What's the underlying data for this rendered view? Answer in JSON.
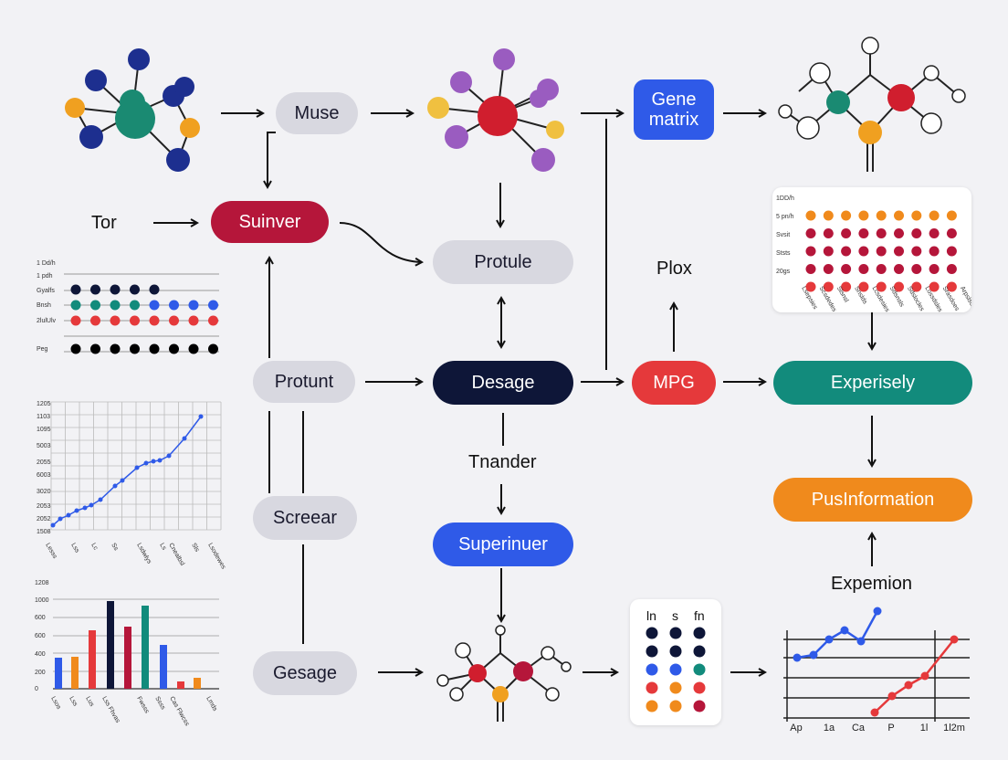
{
  "nodes": {
    "muse": "Muse",
    "gene_matrix": "Gene matrix",
    "tor": "Tor",
    "suinver": "Suinver",
    "protule": "Protule",
    "plox": "Plox",
    "protunt": "Protunt",
    "desage": "Desage",
    "mpg": "MPG",
    "experisely": "Experisely",
    "tnander": "Tnander",
    "screear": "Screear",
    "superinuer": "Superinuer",
    "pusinformation": "PusInformation",
    "expemion": "Expemion",
    "gesage": "Gesage"
  },
  "dot_grid": {
    "col_headers": [
      "ln",
      "s",
      "fn"
    ]
  },
  "line_chart_right": {
    "x_ticks": [
      "Ap",
      "1a",
      "Ca",
      "P",
      "1l",
      "1l2m"
    ]
  },
  "colors": {
    "navy": "#0e1638",
    "red": "#b5163a",
    "blue": "#2f5ae8",
    "teal": "#128b7c",
    "orange": "#f08a1c",
    "coral": "#e5393b"
  }
}
